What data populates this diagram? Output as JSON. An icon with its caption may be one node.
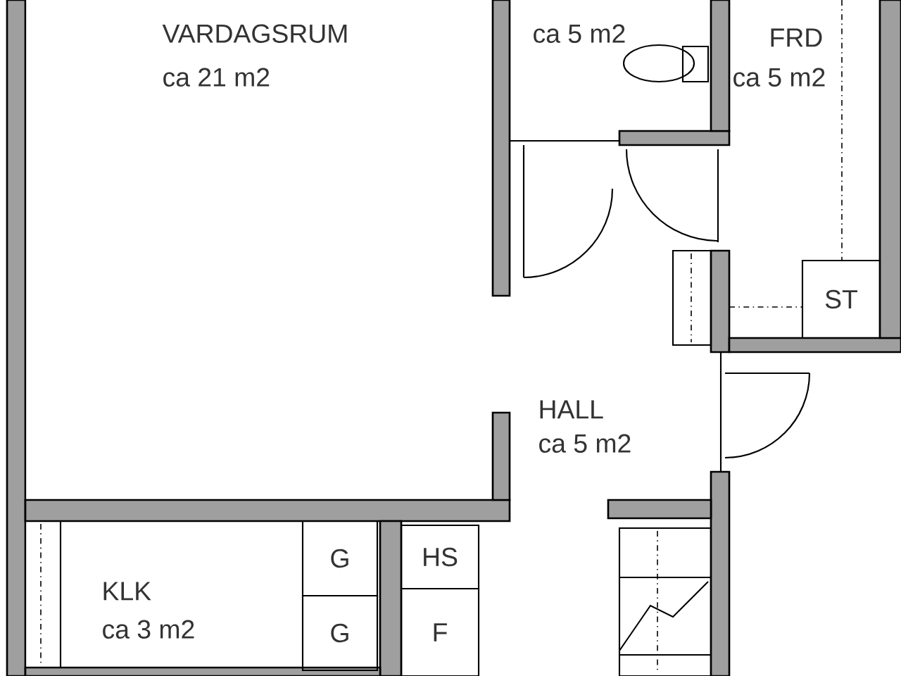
{
  "diagram": {
    "nodes": [
      {
        "text": [
          "ST"
        ]
      },
      {
        "text": [
          "G"
        ]
      },
      {
        "text": [
          "G"
        ]
      },
      {
        "text": [
          "HS"
        ]
      },
      {
        "text": [
          "F"
        ]
      }
    ],
    "labels": [
      "VARDAGSRUM",
      "ca 21 m2",
      "ca 5 m2",
      "FRD",
      "ca 5 m2",
      "HALL",
      "ca 5 m2",
      "KLK",
      "ca 3 m2"
    ]
  }
}
